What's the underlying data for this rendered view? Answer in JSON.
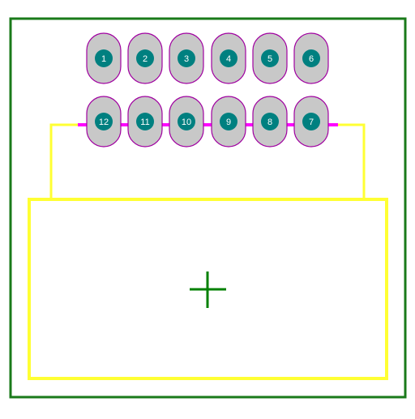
{
  "colors": {
    "background": "#ffffff",
    "board_outline": "#1a7a1a",
    "silkscreen": "#ffff33",
    "pad_fill": "#c8c8c8",
    "pad_stroke": "#a000a0",
    "pin_dot": "#008080",
    "pin_text": "#ffffff",
    "courtyard_segment": "#ff00ff",
    "origin_cross": "#008000"
  },
  "icons": {
    "origin": "crosshair-origin-icon"
  },
  "rows": {
    "top": [
      "1",
      "2",
      "3",
      "4",
      "5",
      "6"
    ],
    "bottom": [
      "12",
      "11",
      "10",
      "9",
      "8",
      "7"
    ]
  }
}
